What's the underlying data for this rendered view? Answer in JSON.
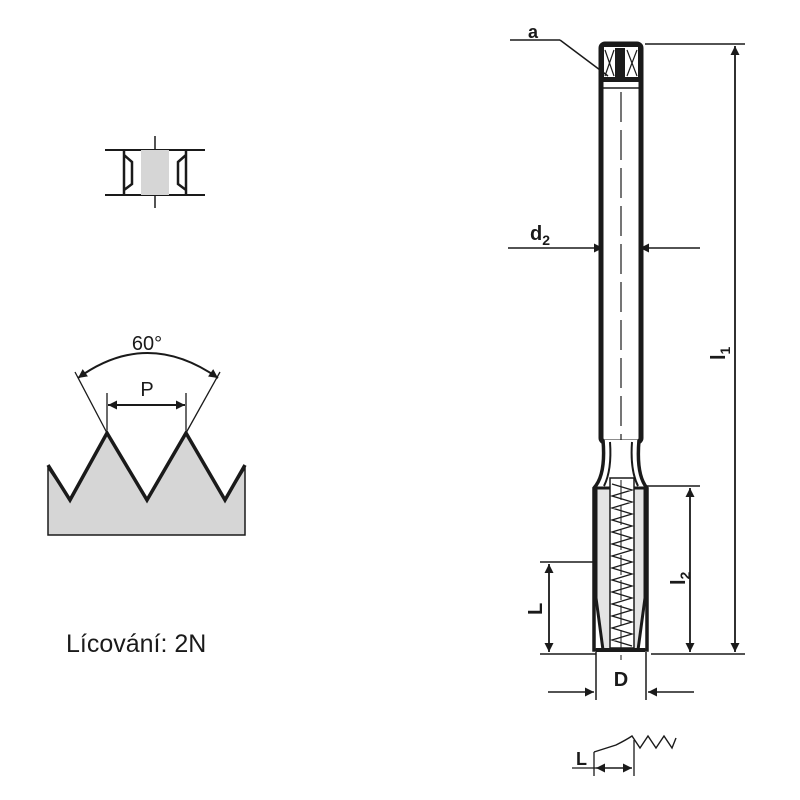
{
  "labels": {
    "a": "a",
    "d2_main": "d",
    "d2_sub": "2",
    "l1_main": "l",
    "l1_sub": "1",
    "l2_main": "l",
    "l2_sub": "2",
    "L_top": "L",
    "D": "D",
    "L_bottom": "L",
    "angle": "60°",
    "pitch": "P"
  },
  "fit_text": "Lícování: 2N",
  "colors": {
    "ink": "#1a1a1a",
    "fill_grey": "#d6d6d6",
    "light_grey": "#e4e4e4"
  }
}
